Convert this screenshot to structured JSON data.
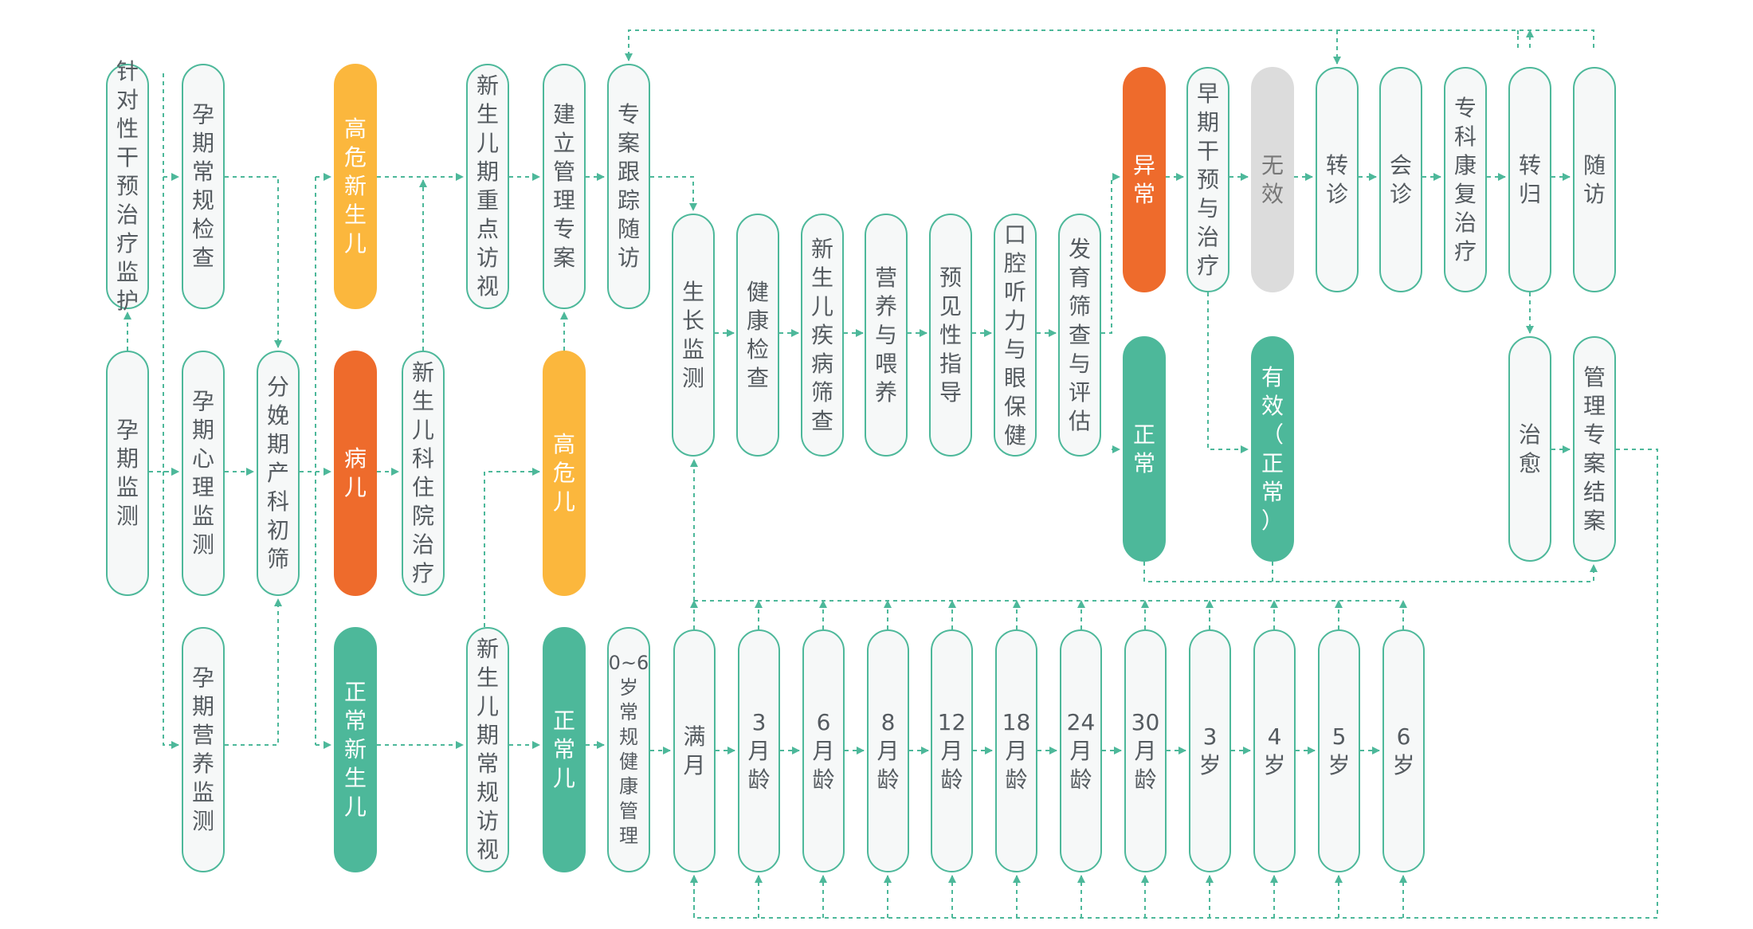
{
  "colors": {
    "stroke": "#4db89a",
    "normal_fill": "#f6f8f8",
    "orange": "#ee6b2c",
    "yellow": "#fbb73d",
    "green": "#4db89a",
    "gray": "#dcdcdc"
  },
  "nodes": {
    "intervention": {
      "label": "针对性干预治疗监护"
    },
    "preg_monitor": {
      "label": "孕期监测"
    },
    "preg_routine": {
      "label": "孕期常规检查"
    },
    "preg_psych": {
      "label": "孕期心理监测"
    },
    "preg_nutrition": {
      "label": "孕期营养监测"
    },
    "delivery_screen": {
      "label": "分娩期产科初筛"
    },
    "highrisk_nb": {
      "label": "高危新生儿"
    },
    "sick_child": {
      "label": "病儿"
    },
    "normal_nb": {
      "label": "正常新生儿"
    },
    "nb_hospital": {
      "label": "新生儿科住院治疗"
    },
    "nb_key_visit": {
      "label": "新生儿期重点访视"
    },
    "nb_routine_visit": {
      "label": "新生儿期常规访视"
    },
    "build_file": {
      "label": "建立管理专案"
    },
    "highrisk_child": {
      "label": "高危儿"
    },
    "normal_child": {
      "label": "正常儿"
    },
    "case_follow": {
      "label": "专案跟踪随访"
    },
    "health_mgmt": {
      "label_lines": [
        "0~6",
        "岁",
        "常",
        "规",
        "健",
        "康",
        "管",
        "理"
      ]
    },
    "growth": {
      "label": "生长监测"
    },
    "health_check": {
      "label": "健康检查"
    },
    "nb_disease": {
      "label": "新生儿疾病筛查"
    },
    "nutrition_feed": {
      "label": "营养与喂养"
    },
    "preventive": {
      "label": "预见性指导"
    },
    "oral_care": {
      "label": "口腔听力与眼保健"
    },
    "dev_screen": {
      "label": "发育筛查与评估"
    },
    "abnormal": {
      "label": "异常"
    },
    "normal_result": {
      "label": "正常"
    },
    "early_treat": {
      "label": "早期干预与治疗"
    },
    "ineffective": {
      "label": "无效"
    },
    "effective": {
      "label": "有效（正常）"
    },
    "referral": {
      "label": "转诊"
    },
    "consult": {
      "label": "会诊"
    },
    "rehab": {
      "label": "专科康复治疗"
    },
    "outcome": {
      "label": "转归"
    },
    "follow_up": {
      "label": "随访"
    },
    "cured": {
      "label": "治愈"
    },
    "close_file": {
      "label": "管理专案结案"
    }
  },
  "ages": [
    {
      "label_lines": [
        "满",
        "月"
      ]
    },
    {
      "label_lines": [
        "3",
        "月",
        "龄"
      ]
    },
    {
      "label_lines": [
        "6",
        "月",
        "龄"
      ]
    },
    {
      "label_lines": [
        "8",
        "月",
        "龄"
      ]
    },
    {
      "label_lines": [
        "12",
        "月",
        "龄"
      ]
    },
    {
      "label_lines": [
        "18",
        "月",
        "龄"
      ]
    },
    {
      "label_lines": [
        "24",
        "月",
        "龄"
      ]
    },
    {
      "label_lines": [
        "30",
        "月",
        "龄"
      ]
    },
    {
      "label_lines": [
        "3",
        "岁"
      ]
    },
    {
      "label_lines": [
        "4",
        "岁"
      ]
    },
    {
      "label_lines": [
        "5",
        "岁"
      ]
    },
    {
      "label_lines": [
        "6",
        "岁"
      ]
    }
  ]
}
